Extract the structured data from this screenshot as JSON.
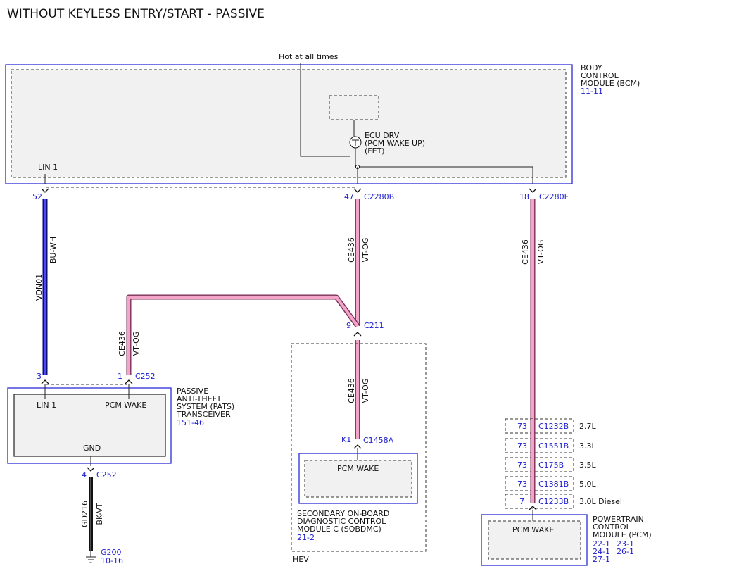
{
  "title": "WITHOUT KEYLESS ENTRY/START - PASSIVE",
  "hot_label": "Hot at all times",
  "bcm": {
    "name_lines": [
      "BODY",
      "CONTROL",
      "MODULE (BCM)"
    ],
    "ref": "11-11",
    "lin_label": "LIN 1",
    "ecu_lines": [
      "ECU DRV",
      "(PCM WAKE UP)",
      "(FET)"
    ]
  },
  "pins": {
    "bcm_lin_pin": "52",
    "bcm_c2280b_pin": "47",
    "bcm_c2280b": "C2280B",
    "bcm_c2280f_pin": "18",
    "bcm_c2280f": "C2280F",
    "c211_pin": "9",
    "c211": "C211",
    "pats_lin_pin": "3",
    "pats_wake_pin": "1",
    "c252": "C252",
    "gnd_pin": "4",
    "gnd_c252": "C252",
    "sobdmc_pin": "K1",
    "c1458a": "C1458A"
  },
  "wires": {
    "vdn01": "VDN01",
    "bu_wh": "BU-WH",
    "ce436": "CE436",
    "vt_og": "VT-OG",
    "gd216": "GD216",
    "bk_vt": "BK-VT"
  },
  "pats": {
    "lin": "LIN 1",
    "wake": "PCM WAKE",
    "gnd": "GND",
    "name_lines": [
      "PASSIVE",
      "ANTI-THEFT",
      "SYSTEM (PATS)",
      "TRANSCEIVER"
    ],
    "ref": "151-46"
  },
  "ground": {
    "name": "G200",
    "ref": "10-16"
  },
  "sobdmc": {
    "wake": "PCM WAKE",
    "name_lines": [
      "SECONDARY ON-BOARD",
      "DIAGNOSTIC CONTROL",
      "MODULE C (SOBDMC)"
    ],
    "ref": "21-2",
    "hev": "HEV"
  },
  "pcm_connectors": [
    {
      "pin": "73",
      "conn": "C1232B",
      "engine": "2.7L"
    },
    {
      "pin": "73",
      "conn": "C1551B",
      "engine": "3.3L"
    },
    {
      "pin": "73",
      "conn": "C175B",
      "engine": "3.5L"
    },
    {
      "pin": "73",
      "conn": "C1381B",
      "engine": "5.0L"
    },
    {
      "pin": "7",
      "conn": "C1233B",
      "engine": "3.0L Diesel"
    }
  ],
  "pcm": {
    "wake": "PCM WAKE",
    "name_lines": [
      "POWERTRAIN",
      "CONTROL",
      "MODULE (PCM)"
    ],
    "refs_row1": [
      "22-1",
      "23-1"
    ],
    "refs_row2": [
      "24-1",
      "26-1"
    ],
    "refs_row3": [
      "27-1"
    ]
  }
}
